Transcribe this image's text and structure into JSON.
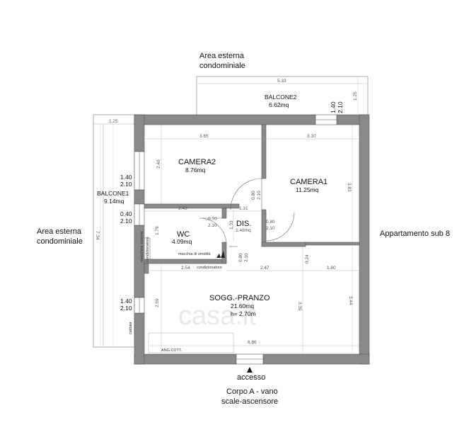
{
  "labels": {
    "area_top_1": "Area esterna",
    "area_top_2": "condominiale",
    "area_left_1": "Area esterna",
    "area_left_2": "condominiale",
    "appartamento": "Appartamento sub 8",
    "accesso": "accesso",
    "corpo_1": "Corpo A - vano",
    "corpo_2": "scale-ascensore"
  },
  "rooms": {
    "balcone2": {
      "name": "BALCONE2",
      "area": "6.62mq"
    },
    "camera2": {
      "name": "CAMERA2",
      "area": "8.76mq"
    },
    "camera1": {
      "name": "CAMERA1",
      "area": "11.25mq"
    },
    "balcone1": {
      "name": "BALCONE1",
      "area": "9.14mq"
    },
    "wc": {
      "name": "WC",
      "area": "4.09mq"
    },
    "dis": {
      "name": "DIS.",
      "area": "1.48mq"
    },
    "soggiorno": {
      "name": "SOGG.-PRANZO",
      "area": "21.60mq",
      "height": "h= 2.70m"
    }
  },
  "dimensions": {
    "d533": "5.33",
    "d125a": "1.25",
    "d125b": "1.25",
    "d365": "3.65",
    "d310": "3.10",
    "d240": "2.40",
    "d383": "3.83",
    "d243": "2.43",
    "d131": "1.31",
    "d179": "1.79",
    "d254": "2.54",
    "d247": "2.47",
    "d180": "1.80",
    "d024": "0.24",
    "d339": "3.39",
    "d344": "3.44",
    "d259": "2.59",
    "d734": "7.34",
    "d686": "6.86"
  },
  "openings": {
    "w_top_a": "1.40",
    "w_top_b": "2.10",
    "w_l1_a": "1.40",
    "w_l1_b": "2.10",
    "w_l2_a": "0.40",
    "w_l2_b": "2.10",
    "w_l3_a": "1.40",
    "w_l3_b": "2.10",
    "d_cam1_a": "0.80",
    "d_cam1_b": "2.10",
    "d_wc_a": "0.70",
    "d_wc_b": "2.10",
    "d_dis_a": "0.80",
    "d_dis_b": "2.10",
    "d_bot_a": "0.80",
    "d_bot_b": "2.10"
  },
  "notes": {
    "macchia": "macchia di umidità",
    "condizionatore": "condizionatore",
    "macchina": "macchina esterna",
    "condiz_vert": "condizionatore",
    "caldaia": "caldaia",
    "ang_cott": "ANG.COTT."
  },
  "watermark": "casa.it"
}
